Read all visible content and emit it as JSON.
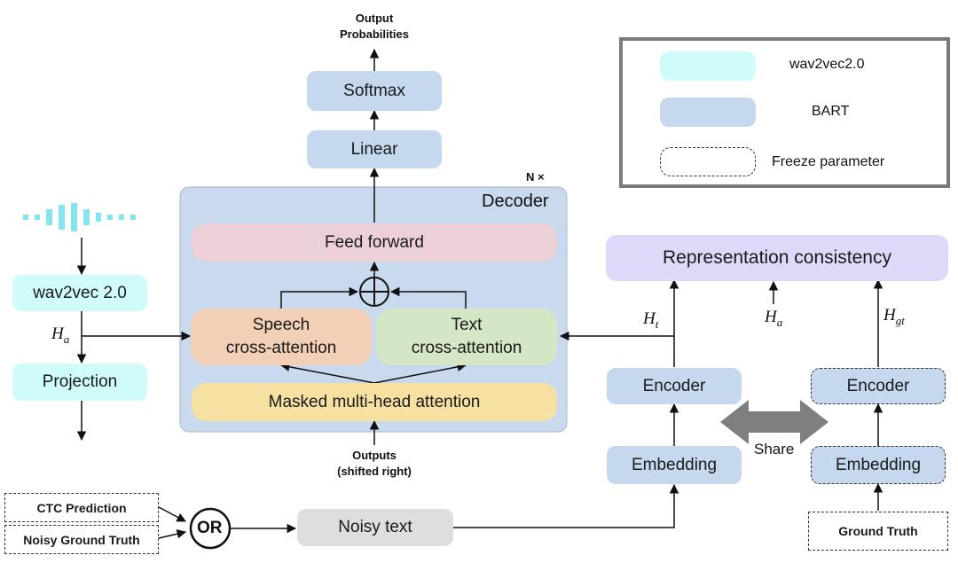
{
  "title": {
    "line1": "Output",
    "line2": "Probabilities"
  },
  "blocks": {
    "softmax": "Softmax",
    "linear": "Linear",
    "nx": "N ×",
    "decoder": "Decoder",
    "feed_forward": "Feed forward",
    "speech_ca_1": "Speech",
    "speech_ca_2": "cross-attention",
    "text_ca_1": "Text",
    "text_ca_2": "cross-attention",
    "masked_mha": "Masked multi-head attention",
    "outputs_1": "Outputs",
    "outputs_2": "(shifted right)",
    "wav2vec": "wav2vec 2.0",
    "projection": "Projection",
    "rep_consistency": "Representation consistency",
    "encoder_left": "Encoder",
    "encoder_right": "Encoder",
    "embedding_left": "Embedding",
    "embedding_right": "Embedding",
    "share": "Share",
    "ctc_prediction": "CTC Prediction",
    "noisy_gt": "Noisy Ground Truth",
    "or": "OR",
    "noisy_text": "Noisy text",
    "ground_truth": "Ground Truth"
  },
  "symbols": {
    "ha_left": "H",
    "ha_left_sub": "a",
    "ht": "H",
    "ht_sub": "t",
    "ha_mid": "H",
    "ha_mid_sub": "a",
    "hgt": "H",
    "hgt_sub": "gt"
  },
  "legend": [
    {
      "label": "wav2vec2.0",
      "color": "#cffbfb"
    },
    {
      "label": "BART",
      "color": "#c5d8ee"
    },
    {
      "label": "Freeze parameter",
      "color": "#ffffff"
    }
  ],
  "colors": {
    "wav2vec": "#cffbfb",
    "bart": "#c5d8ee",
    "decoder_bg": "#c9daee",
    "feed_forward": "#ecd0d8",
    "speech_ca": "#f2d0b8",
    "text_ca": "#d5e6c5",
    "masked_mha": "#f6e0a2",
    "rep_consistency": "#dcdaf8",
    "noisy_text": "#dedede",
    "share_arrow": "#7f7f7f",
    "waveform": "#83e6ec"
  }
}
